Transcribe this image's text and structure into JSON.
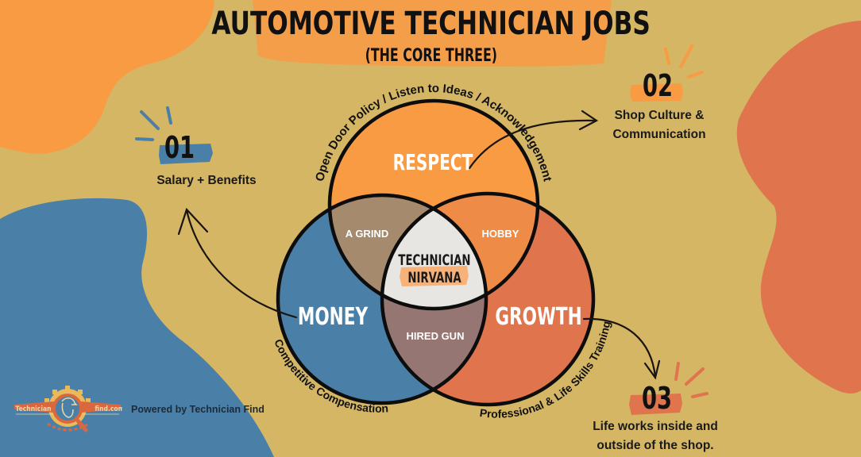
{
  "title": "AUTOMOTIVE TECHNICIAN JOBS",
  "subtitle": "(THE CORE THREE)",
  "colors": {
    "background": "#d4b665",
    "respect": "#f99b43",
    "money": "#4a80a8",
    "growth": "#e0744d",
    "respect_money": "#a58a6d",
    "respect_growth": "#ee8c47",
    "money_growth": "#957672",
    "center": "#e8e6e2",
    "outline": "#0d0d0d",
    "blob_orange": "#f99b43",
    "blob_blue": "#4a80a8",
    "blob_coral": "#e0744d"
  },
  "venn": {
    "circles": [
      {
        "label": "RESPECT",
        "arc_caption": "Open Door Policy / Listen to Ideas / Acknowledgement"
      },
      {
        "label": "MONEY",
        "arc_caption": "Competitive Compensation"
      },
      {
        "label": "GROWTH",
        "arc_caption": "Professional & Life Skills Training"
      }
    ],
    "overlaps": {
      "respect_money": "A GRIND",
      "respect_growth": "HOBBY",
      "money_growth": "HIRED GUN",
      "center_line1": "TECHNICIAN",
      "center_line2": "NIRVANA"
    }
  },
  "callouts": [
    {
      "number": "01",
      "text_line1": "Salary + Benefits",
      "text_line2": ""
    },
    {
      "number": "02",
      "text_line1": "Shop Culture &",
      "text_line2": "Communication"
    },
    {
      "number": "03",
      "text_line1": "Life works inside and",
      "text_line2": "outside of the shop."
    }
  ],
  "footer": {
    "powered_by": "Powered by Technician Find",
    "logo_left": "Technician",
    "logo_right": "find.com"
  }
}
